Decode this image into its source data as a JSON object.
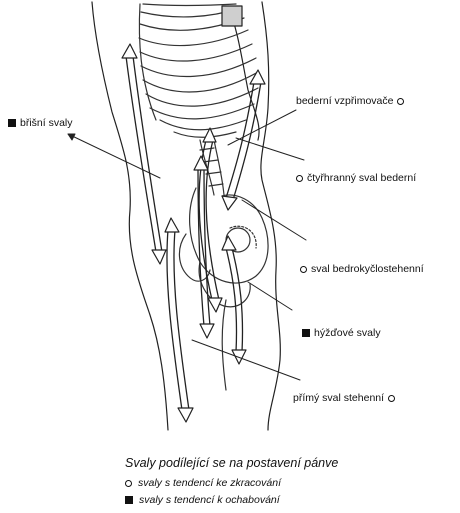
{
  "labels": {
    "bricni_svaly": "břišní svaly",
    "bederni_vzprimovace": "bederní vzpřimovače",
    "ctyrhranny_sval": "čtyřhranný sval bederní",
    "sval_bedrokycli": "sval bedrokyčlostehenní",
    "hyzdove_svaly": "hýžďové svaly",
    "primy_sval": "přímý sval stehenní"
  },
  "caption": "Svaly podílející se na postavení pánve",
  "legend": {
    "open_marker": "svaly s tendencí ke zkracování",
    "filled_marker": "svaly s tendencí k ochabování"
  },
  "icons": {
    "open": "open-circle-icon",
    "filled": "filled-square-icon"
  }
}
